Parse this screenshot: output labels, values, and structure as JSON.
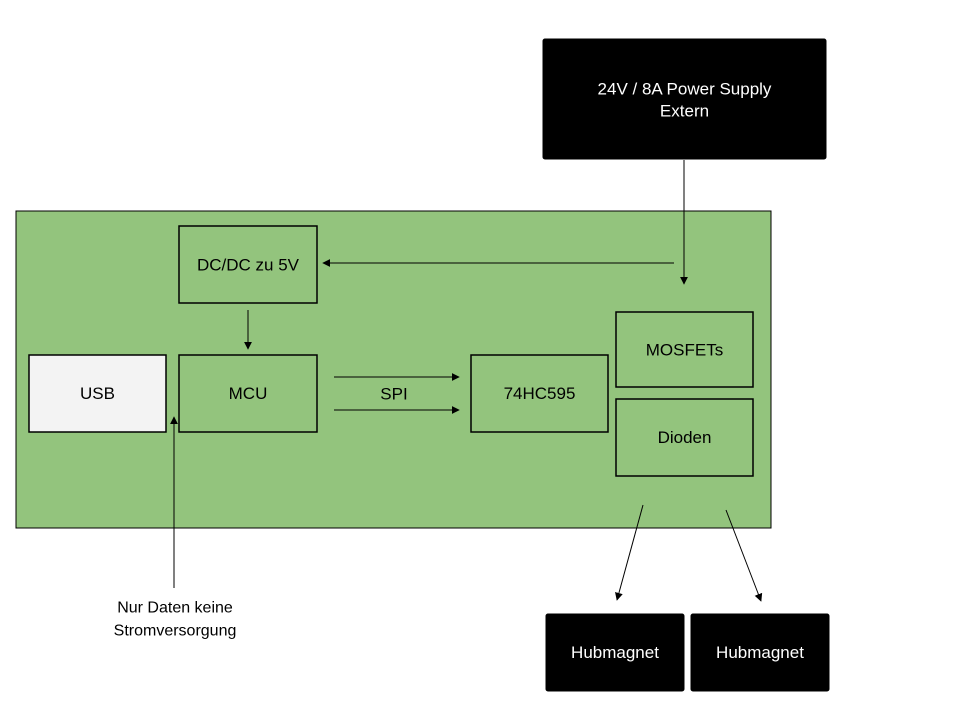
{
  "diagram": {
    "power_supply": {
      "line1": "24V / 8A Power Supply",
      "line2": "Extern"
    },
    "dcdc": "DC/DC zu 5V",
    "usb": "USB",
    "mcu": "MCU",
    "spi": "SPI",
    "shift_register": "74HC595",
    "mosfets": "MOSFETs",
    "dioden": "Dioden",
    "usb_note": {
      "line1": "Nur Daten keine",
      "line2": "Stromversorgung"
    },
    "hubmagnet_1": "Hubmagnet",
    "hubmagnet_2": "Hubmagnet"
  },
  "colors": {
    "board": "#93c47d",
    "usb_box": "#f3f3f3",
    "dark_box": "#000000",
    "edge": "#000000"
  }
}
